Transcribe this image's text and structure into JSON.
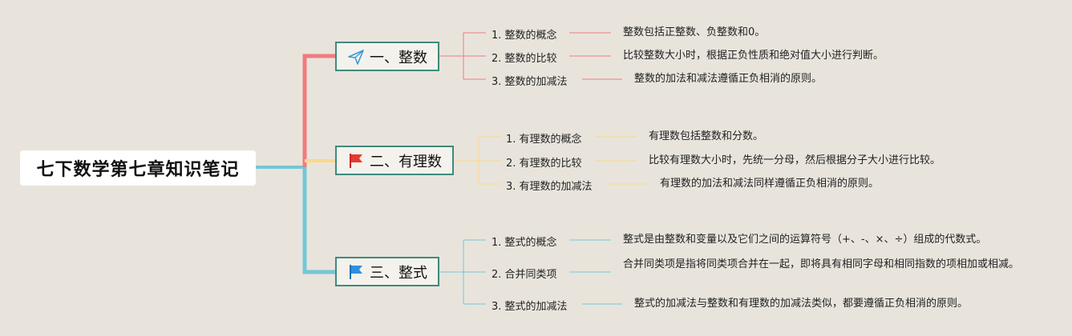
{
  "title": "七下数学第七章知识笔记",
  "colors": {
    "background": "#e8e4dc",
    "branch_border": "#3f8a7f",
    "branch1_line": "#ef7b7f",
    "branch2_line": "#fbd78a",
    "branch3_line": "#73c7d6"
  },
  "branches": [
    {
      "label": "一、整数",
      "icon": "paper-plane-icon",
      "items": [
        {
          "label": "1. 整数的概念",
          "desc": "整数包括正整数、负整数和0。"
        },
        {
          "label": "2. 整数的比较",
          "desc": "比较整数大小时，根据正负性质和绝对值大小进行判断。"
        },
        {
          "label": "3. 整数的加减法",
          "desc": "整数的加法和减法遵循正负相消的原则。"
        }
      ]
    },
    {
      "label": "二、有理数",
      "icon": "red-flag-icon",
      "items": [
        {
          "label": "1. 有理数的概念",
          "desc": "有理数包括整数和分数。"
        },
        {
          "label": "2. 有理数的比较",
          "desc": "比较有理数大小时，先统一分母，然后根据分子大小进行比较。"
        },
        {
          "label": "3. 有理数的加减法",
          "desc": "有理数的加法和减法同样遵循正负相消的原则。"
        }
      ]
    },
    {
      "label": "三、整式",
      "icon": "blue-flag-icon",
      "items": [
        {
          "label": "1. 整式的概念",
          "desc": "整式是由整数和变量以及它们之间的运算符号（+、-、×、÷）组成的代数式。"
        },
        {
          "label": "2. 合并同类项",
          "desc": "合并同类项是指将同类项合并在一起，即将具有相同字母和相同指数的项相加或相减。"
        },
        {
          "label": "3. 整式的加减法",
          "desc": "整式的加减法与整数和有理数的加减法类似，都要遵循正负相消的原则。"
        }
      ]
    }
  ]
}
